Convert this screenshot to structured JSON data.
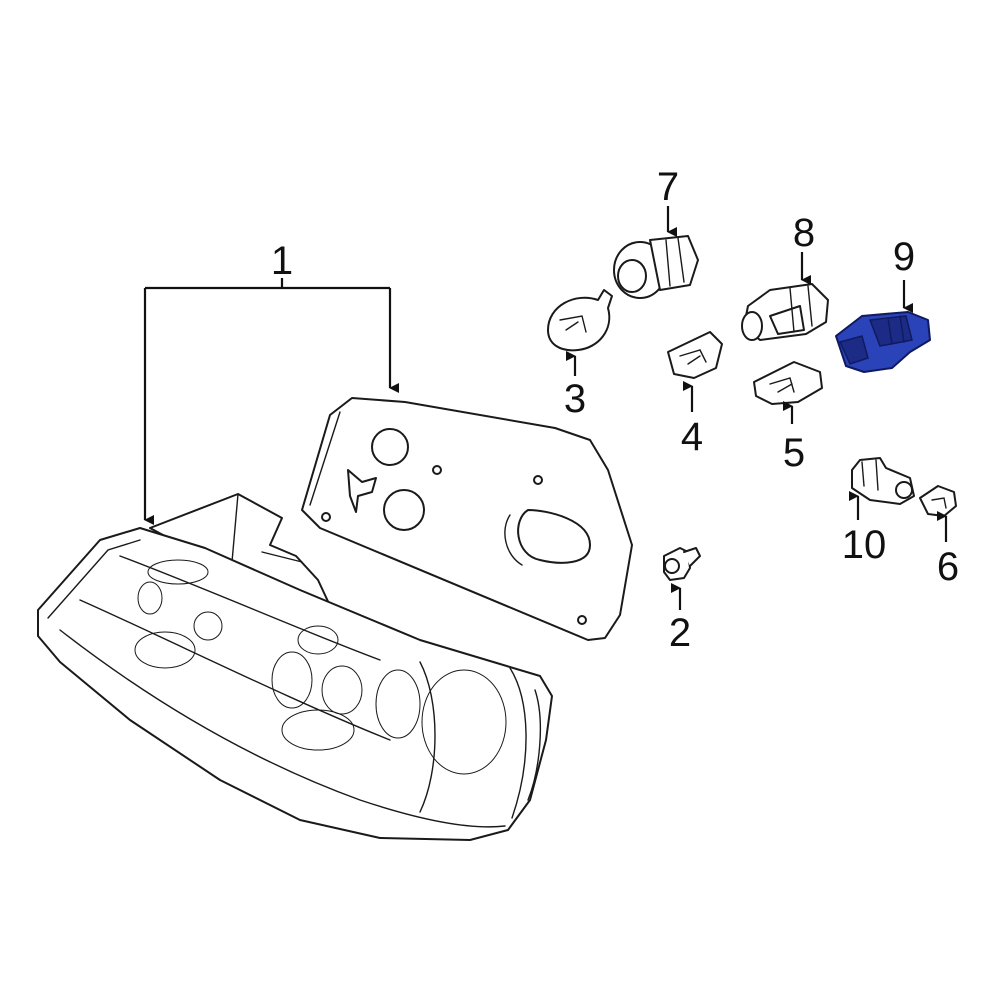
{
  "diagram": {
    "highlight_color": "#2a43b8",
    "callouts": [
      {
        "id": "1",
        "label": "1"
      },
      {
        "id": "2",
        "label": "2"
      },
      {
        "id": "3",
        "label": "3"
      },
      {
        "id": "4",
        "label": "4"
      },
      {
        "id": "5",
        "label": "5"
      },
      {
        "id": "6",
        "label": "6"
      },
      {
        "id": "7",
        "label": "7"
      },
      {
        "id": "8",
        "label": "8"
      },
      {
        "id": "9",
        "label": "9"
      },
      {
        "id": "10",
        "label": "10"
      }
    ],
    "highlighted_part": "9"
  }
}
